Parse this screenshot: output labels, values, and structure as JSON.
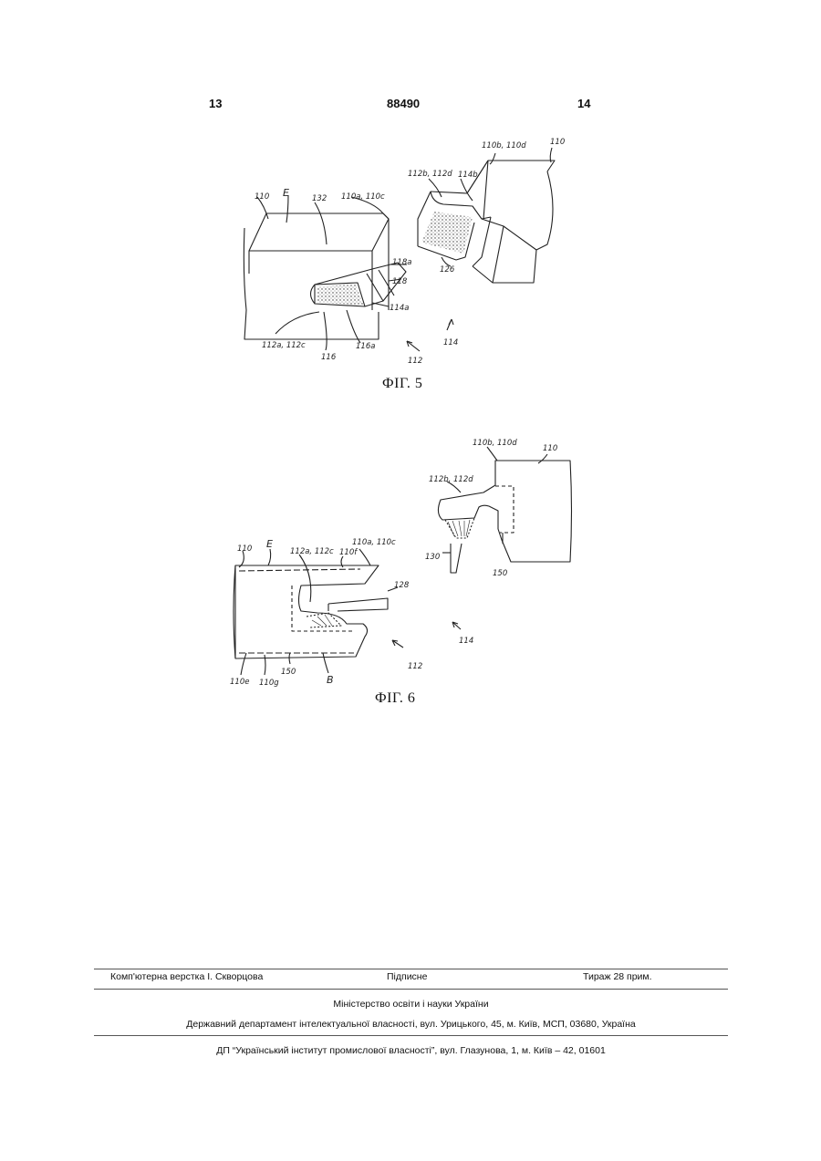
{
  "header": {
    "left_page": "13",
    "patent_number": "88490",
    "right_page": "14"
  },
  "figures": [
    {
      "caption": "ФІГ. 5",
      "labels": [
        "110",
        "E",
        "132",
        "110a, 110c",
        "112b, 112d",
        "110b, 110d",
        "110",
        "114b",
        "118a",
        "118",
        "126",
        "114a",
        "112a, 112c",
        "116a",
        "116",
        "114",
        "112"
      ]
    },
    {
      "caption": "ФІГ. 6",
      "labels": [
        "110b, 110d",
        "110",
        "112b, 112d",
        "130",
        "150",
        "110",
        "E",
        "112a, 112c",
        "110f",
        "110a, 110c",
        "128",
        "114",
        "112",
        "150",
        "110e",
        "110g",
        "B"
      ]
    }
  ],
  "footer": {
    "typesetting": "Комп'ютерна верстка І. Скворцова",
    "signed": "Підписне",
    "circulation": "Тираж 28 прим.",
    "ministry": "Міністерство освіти і науки України",
    "department": "Державний департамент інтелектуальної власності, вул. Урицького, 45, м. Київ, МСП, 03680, Україна",
    "institute": "ДП “Український інститут промислової власності”, вул. Глазунова, 1, м. Київ – 42, 01601"
  }
}
